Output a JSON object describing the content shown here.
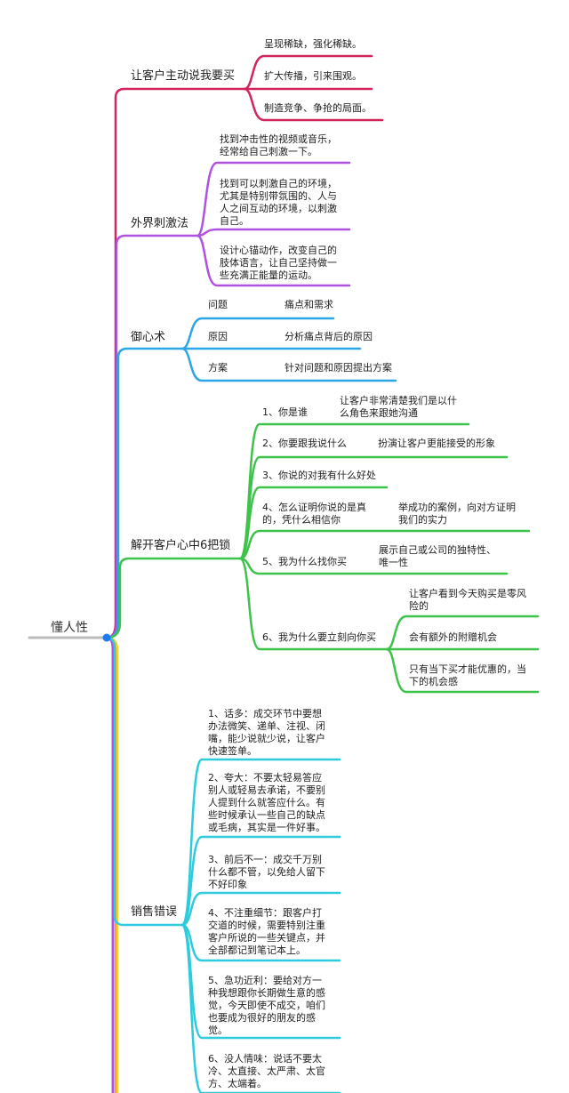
{
  "root": {
    "label": "懂人性"
  },
  "colors": {
    "red": "#d3245b",
    "purple": "#b052e0",
    "blue": "#2ba7e6",
    "green": "#3ec24a",
    "cyan": "#2dcbdc",
    "orange": "#f5a623",
    "yellow": "#f5d020",
    "root_line": "#bbbbbb",
    "root_dot": "#1e7cf0"
  },
  "branches": [
    {
      "label": "让客户主动说我要买",
      "children": [
        "呈现稀缺，强化稀缺。",
        "扩大传播，引来围观。",
        "制造竞争、争抢的局面。"
      ]
    },
    {
      "label": "外界刺激法",
      "children": [
        "找到冲击性的视频或音乐，\n经常给自己刺激一下。",
        "找到可以刺激自己的环境，\n尤其是特别带氛围的、人与\n人之间互动的环境，以刺激\n自己。",
        "设计心锚动作，改变自己的\n肢体语言，让自己坚持做一\n些充满正能量的运动。"
      ]
    },
    {
      "label": "御心术",
      "children": [
        {
          "label": "问题",
          "detail": "痛点和需求"
        },
        {
          "label": "原因",
          "detail": "分析痛点背后的原因"
        },
        {
          "label": "方案",
          "detail": "针对问题和原因提出方案"
        }
      ]
    },
    {
      "label": "解开客户心中6把锁",
      "children": [
        {
          "label": "1、你是谁",
          "detail": "让客户非常清楚我们是以什\n么角色来跟她沟通"
        },
        {
          "label": "2、你要跟我说什么",
          "detail": "扮演让客户更能接受的形象"
        },
        {
          "label": "3、你说的对我有什么好处"
        },
        {
          "label": "4、怎么证明你说的是真\n的，凭什么相信你",
          "detail": "举成功的案例，向对方证明\n我们的实力"
        },
        {
          "label": "5、我为什么找你买",
          "detail": "展示自己或公司的独特性、\n唯一性"
        },
        {
          "label": "6、我为什么要立刻向你买",
          "details": [
            "让客户看到今天购买是零风\n险的",
            "会有额外的附赠机会",
            "只有当下买才能优惠的，当\n下的机会感"
          ]
        }
      ]
    },
    {
      "label": "销售错误",
      "children": [
        "1、话多：成交环节中要想\n办法微笑、递单、注视、闭\n嘴，能少说就少说，让客户\n快速签单。",
        "2、夸大：不要太轻易答应\n别人或轻易去承诺，不要别\n人提到什么就答应什么。有\n些时候承认一些自己的缺点\n或毛病，其实是一件好事。",
        "3、前后不一：成交千万别\n什么都不管，以免给人留下\n不好印象",
        "4、不注重细节：跟客户打\n交道的时候，需要特别注重\n客户所说的一些关键点，并\n全部都记到笔记本上。",
        "5、急功近利：要给对方一\n种我想跟你长期做生意的感\n觉，今天即使不成交，咱们\n也要成为很好的朋友的感\n觉。",
        "6、没人情味：说话不要太\n冷、太直接、太严肃、太官\n方、太端着。"
      ]
    }
  ]
}
